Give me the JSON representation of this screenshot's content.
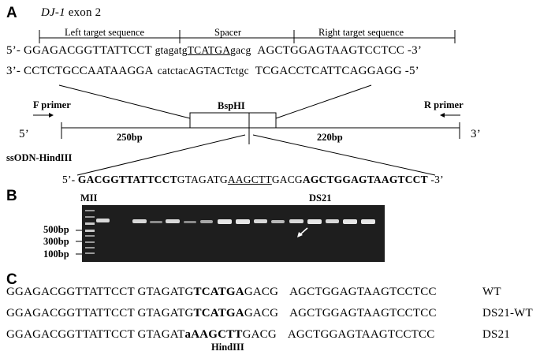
{
  "panelA": {
    "letter": "A",
    "gene_italic": "DJ-1",
    "gene_rest": " exon 2",
    "left_target_label": "Left target sequence",
    "spacer_label": "Spacer",
    "right_target_label": "Right target sequence",
    "top_strand": {
      "prefix": "5’- ",
      "left": "GGAGACGGTTATTCCT",
      "spacer_a": "gtagatg",
      "spacer_site": "TCATGA",
      "spacer_b": "gacg",
      "right": "AGCTGGAGTAAGTCCTCC",
      "suffix": " -3’"
    },
    "bottom_strand": {
      "prefix": "3’- ",
      "left": "CCTCTGCCAATAAGGA",
      "spacer": "catctacAGTACTctgc",
      "right": "TCGACCTCATTCAGGAGG",
      "suffix": " -5’"
    },
    "bsphi_label": "BspHI",
    "f_primer": "F primer",
    "r_primer": "R primer",
    "five_prime": "5’",
    "three_prime": "3’",
    "left_len": "250bp",
    "right_len": "220bp",
    "ssodn_label": "ssODN-HindIII",
    "ssodn": {
      "prefix": "5’- ",
      "left_bold": "GACGGTTATTCCT",
      "mid_a": "GTAGATG",
      "site": "AAGCTT",
      "mid_b": "GACG",
      "right_bold": "AGCTGGAGTAAGTCCT",
      "suffix": " -3’"
    }
  },
  "panelB": {
    "letter": "B",
    "marker_label": "MII",
    "sample_label": "DS21",
    "ladder_labels": [
      "500bp",
      "300bp",
      "100bp"
    ],
    "arrow_icon": "arrow-icon"
  },
  "panelC": {
    "letter": "C",
    "rows": [
      {
        "left": "GGAGACGGTTATTCCT",
        "mid_a": "GTAGATG",
        "site": "TCATGA",
        "mid_b": "GACG",
        "right": "AGCTGGAGTAAGTCCTCC",
        "tag": "WT"
      },
      {
        "left": "GGAGACGGTTATTCCT",
        "mid_a": "GTAGATG",
        "site": "TCATGA",
        "mid_b": "GACG",
        "right": "AGCTGGAGTAAGTCCTCC",
        "tag": "DS21-WT"
      },
      {
        "left": "GGAGACGGTTATTCCT",
        "mid_a": "GTAGAT",
        "site": "aAAGCTT",
        "mid_b": "GACG",
        "right": "AGCTGGAGTAAGTCCTCC",
        "tag": "DS21"
      }
    ],
    "hindiii_label": "HindIII"
  }
}
